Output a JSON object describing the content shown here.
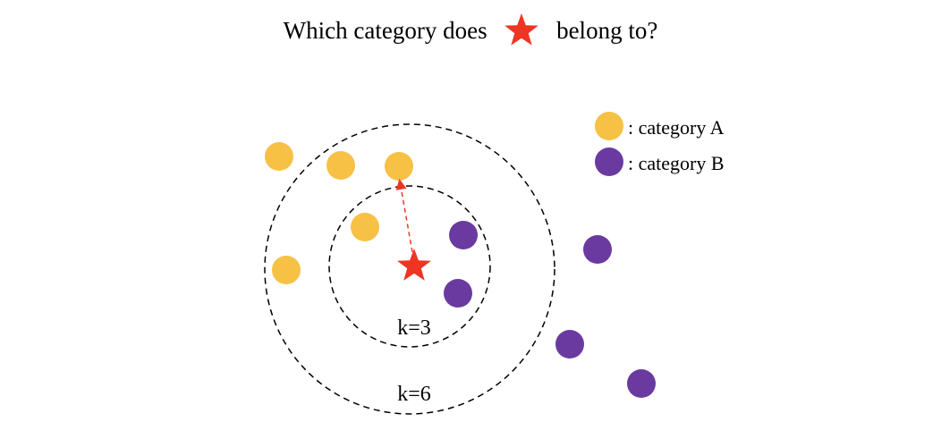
{
  "title": {
    "prefix": "Which category does",
    "suffix": "belong to?"
  },
  "colors": {
    "category_a": "#F6C144",
    "category_b": "#6A3AA0",
    "query": "#EE3524",
    "ring": "#000000"
  },
  "legend": {
    "category_a": ": category A",
    "category_b": ": category B"
  },
  "rings": {
    "inner_label": "k=3",
    "outer_label": "k=6"
  },
  "icons": {
    "query": "red-star-icon",
    "point_a": "yellow-circle",
    "point_b": "purple-circle"
  }
}
